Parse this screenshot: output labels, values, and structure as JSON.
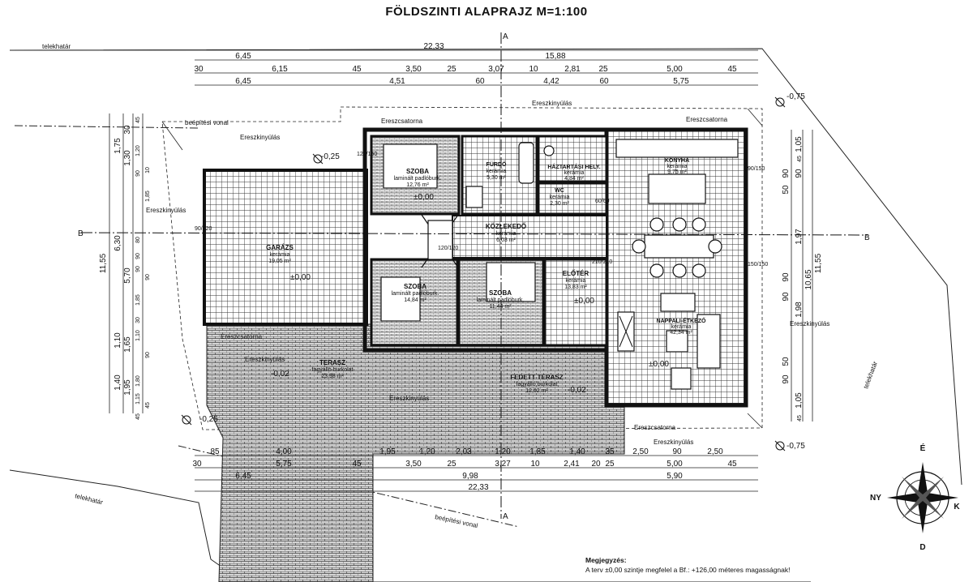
{
  "title": "FÖLDSZINTI ALAPRAJZ M=1:100",
  "boundary_labels": {
    "telekhatar": "telekhatár",
    "beepitesi_vonal": "beépítési vonal",
    "ereszkinyulas": "Ereszkinyúlás",
    "ereszcsatorna": "Ereszcsatorna"
  },
  "section_markers": {
    "a": "A",
    "b": "B"
  },
  "levels": {
    "l_025": "-0,25",
    "l_075": "-0,75",
    "l_000": "±0,00",
    "l_002": "-0,02"
  },
  "dims_top": {
    "total": "22,33",
    "r1": [
      "6,45",
      "15,88"
    ],
    "r2": [
      "30",
      "6,15",
      "45",
      "3,50",
      "25",
      "3,07",
      "10",
      "2,81",
      "25",
      "5,00",
      "45"
    ],
    "r3": [
      "6,45",
      "4,51",
      "60",
      "4,42",
      "60",
      "5,75"
    ]
  },
  "dims_bottom": {
    "r1": [
      "85",
      "4,00",
      "1,95",
      "1,20",
      "2,03",
      "1,20",
      "1,85",
      "1,40",
      "35",
      "2,50",
      "90",
      "2,50"
    ],
    "r2": [
      "30",
      "5,75",
      "45",
      "3,50",
      "25",
      "3,27",
      "10",
      "2,41",
      "20",
      "25",
      "5,00",
      "45"
    ],
    "r3": [
      "6,45",
      "9,98",
      "5,90"
    ],
    "total": "22,33"
  },
  "dims_left": {
    "outer": "11,55",
    "c1": [
      "1,75",
      "6,30",
      "1,10",
      "1,40"
    ],
    "c2": [
      "30",
      "1,30",
      "5,70",
      "1,65",
      "1,95"
    ],
    "c3": [
      "45",
      "1,20",
      "90",
      "80",
      "90",
      "90",
      "1,85",
      "30",
      "1,10",
      "1,80",
      "1,15",
      "45"
    ],
    "c4": [
      "10",
      "1,85",
      "90",
      "90",
      "45"
    ]
  },
  "dims_right": {
    "outer": "11,55",
    "c1": [
      "1,05",
      "45",
      "90",
      "1,97",
      "10,65",
      "1,98",
      "1,05",
      "45"
    ],
    "c2": [
      "90",
      "50",
      "90",
      "90",
      "50",
      "90"
    ]
  },
  "rooms": {
    "szoba1": {
      "name": "SZOBA",
      "floor": "laminált padlóburk.",
      "area": "12,76 m²"
    },
    "furdo": {
      "name": "FÜRDŐ",
      "floor": "kerámia",
      "area": "5,30 m²"
    },
    "haztartasi": {
      "name": "HÁZTARTÁSI HELY.",
      "floor": "kerámia",
      "area": "4,84 m²"
    },
    "wc": {
      "name": "WC",
      "floor": "kerámia",
      "area": "2,30 m²"
    },
    "konyha": {
      "name": "KONYHA",
      "floor": "kerámia",
      "area": "9,75 m²"
    },
    "kozlekedo": {
      "name": "KÖZLEKEDŐ",
      "floor": "kerámia",
      "area": "6,03 m²"
    },
    "garazs": {
      "name": "GARÁZS",
      "floor": "kerámia",
      "area": "19,05 m²"
    },
    "szoba2": {
      "name": "SZOBA",
      "floor": "laminált padlóburk.",
      "area": "14,84 m²"
    },
    "szoba3": {
      "name": "SZOBA",
      "floor": "laminált padlóburk.",
      "area": "11,44 m²"
    },
    "eloter": {
      "name": "ELŐTÉR",
      "floor": "kerámia",
      "area": "13,83 m²"
    },
    "nappali": {
      "name": "NAPPALI-ÉTKEZŐ",
      "floor": "kerámia",
      "area": "42,34 m²"
    },
    "terasz": {
      "name": "TERASZ",
      "floor": "fagyálló burkolat",
      "area": "23,98 m²"
    },
    "fedett_terasz": {
      "name": "FEDETT TERASZ",
      "floor": "fagyálló burkolat",
      "area": "12,62 m²"
    }
  },
  "window_codes": [
    "90/120",
    "120/150",
    "210/210",
    "60/60",
    "150/150",
    "90/150",
    "120/120"
  ],
  "compass": {
    "n": "É",
    "s": "D",
    "e": "K",
    "w": "NY"
  },
  "note": {
    "heading": "Megjegyzés:",
    "text": "A terv ±0,00 szintje megfelel a Bf.: +126,00 méteres magasságnak!"
  }
}
